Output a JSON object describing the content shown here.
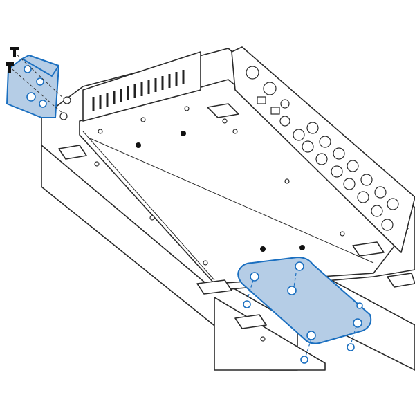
{
  "figure": {
    "description_type": "exploded-assembly-line-drawing",
    "colors": {
      "line": "#2a2a2a",
      "highlight_fill": "#b5cde6",
      "highlight_stroke": "#1a6fc0",
      "background": "#ffffff"
    },
    "parts": [
      {
        "name": "rack-ear-bracket",
        "highlighted": true
      },
      {
        "name": "mounting-plate",
        "highlighted": true
      },
      {
        "name": "device-unit",
        "highlighted": false
      },
      {
        "name": "screw",
        "highlighted": false
      }
    ]
  }
}
